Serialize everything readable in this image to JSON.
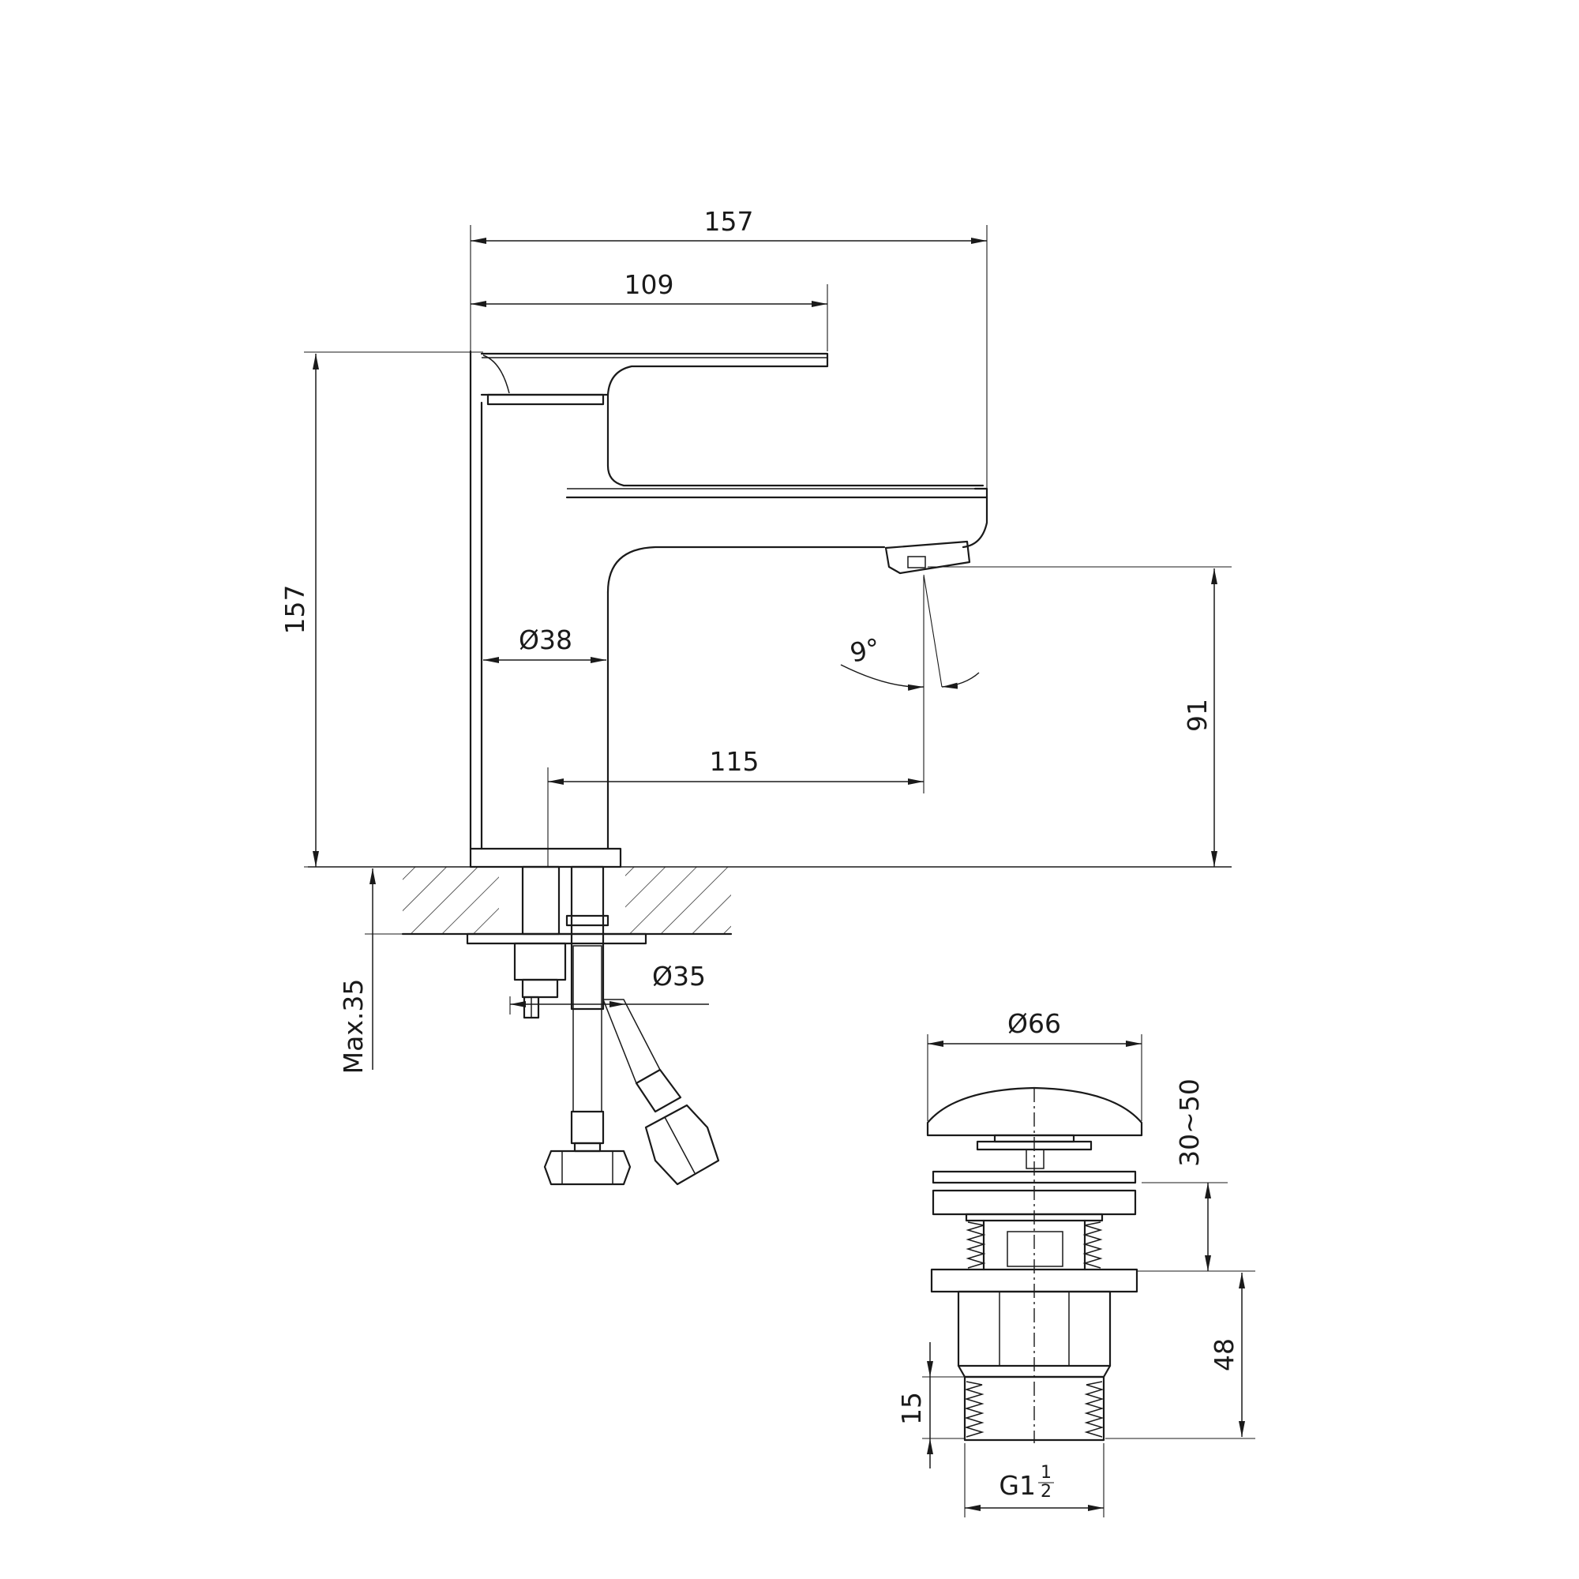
{
  "faucet": {
    "dims": {
      "overall_width": "157",
      "handle_length": "109",
      "overall_height": "157",
      "body_diameter": "Ø38",
      "spout_reach": "115",
      "spout_angle": "9°",
      "spout_height": "91",
      "max_thickness": "Max.35",
      "hole_diameter": "Ø35"
    }
  },
  "drain": {
    "dims": {
      "cap_diameter": "Ø66",
      "adjust_range": "30~50",
      "body_height": "48",
      "thread_length": "15",
      "thread_size": "G1",
      "thread_fraction_num": "1",
      "thread_fraction_den": "2"
    }
  }
}
